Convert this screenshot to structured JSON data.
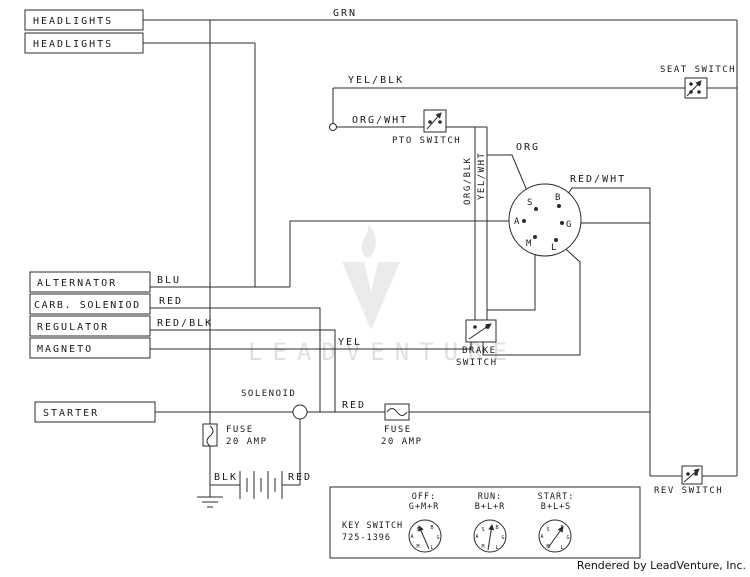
{
  "colors": {
    "line": "#2b2b2b",
    "text": "#1a1a1a",
    "watermark": "#d4d4d4"
  },
  "components": {
    "headlights1": "HEADLIGHTS",
    "headlights2": "HEADLIGHTS",
    "alternator": "ALTERNATOR",
    "carb_solenoid": "CARB. SOLENIOD",
    "regulator": "REGULATOR",
    "magneto": "MAGNETO",
    "starter": "STARTER"
  },
  "switches": {
    "seat": "SEAT SWITCH",
    "pto": "PTO SWITCH",
    "brake_line1": "BRAKE",
    "brake_line2": "SWITCH",
    "rev": "REV SWITCH",
    "solenoid": "SOLENOID"
  },
  "fuses": {
    "left_line1": "FUSE",
    "left_line2": "20 AMP",
    "right_line1": "FUSE",
    "right_line2": "20 AMP"
  },
  "wire_labels": {
    "grn": "GRN",
    "yel_blk": "YEL/BLK",
    "org_wht": "ORG/WHT",
    "org_blk": "ORG/BLK",
    "yel_wht": "YEL/WHT",
    "org": "ORG",
    "red_wht": "RED/WHT",
    "blu": "BLU",
    "red_carb": "RED",
    "red_blk": "RED/BLK",
    "yel": "YEL",
    "red_starter": "RED",
    "blk_battery": "BLK",
    "red_battery": "RED"
  },
  "key_switch": {
    "terminals": [
      "S",
      "B",
      "A",
      "G",
      "M",
      "L"
    ]
  },
  "legend": {
    "title_line1": "KEY SWITCH",
    "title_line2": "725-1396",
    "positions": [
      {
        "name": "OFF:",
        "circuit": "G+M+R"
      },
      {
        "name": "RUN:",
        "circuit": "B+L+R"
      },
      {
        "name": "START:",
        "circuit": "B+L+S"
      }
    ]
  },
  "watermark": "LEADVENTURE",
  "footer": "Rendered by LeadVenture, Inc."
}
